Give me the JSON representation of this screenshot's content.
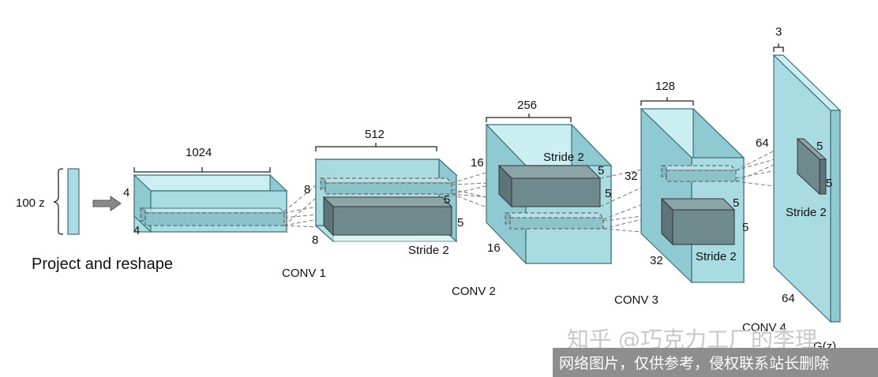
{
  "input": {
    "label": "100 z",
    "caption": "Project and reshape"
  },
  "stages": [
    {
      "name": "",
      "depth": "1024",
      "h_top": "4",
      "h_bot": "4",
      "stride": ""
    },
    {
      "name": "CONV 1",
      "depth": "512",
      "h_top": "8",
      "h_bot": "8",
      "kernel_a": "5",
      "kernel_b": "5",
      "stride": "Stride 2"
    },
    {
      "name": "CONV 2",
      "depth": "256",
      "h_top": "16",
      "h_bot": "16",
      "kernel_a": "5",
      "kernel_b": "5",
      "stride": "Stride 2"
    },
    {
      "name": "CONV 3",
      "depth": "128",
      "h_top": "32",
      "h_bot": "32",
      "kernel_a": "5",
      "kernel_b": "5",
      "stride": "Stride 2"
    },
    {
      "name": "CONV 4",
      "depth": "3",
      "h_top": "64",
      "h_bot": "64",
      "kernel_a": "5",
      "kernel_b": "5",
      "stride": "Stride 2"
    }
  ],
  "output_label": "G(z)",
  "watermark": {
    "logo": "知乎 @巧克力工厂的李理",
    "notice": "网络图片，仅供参考，侵权联系站长删除"
  }
}
